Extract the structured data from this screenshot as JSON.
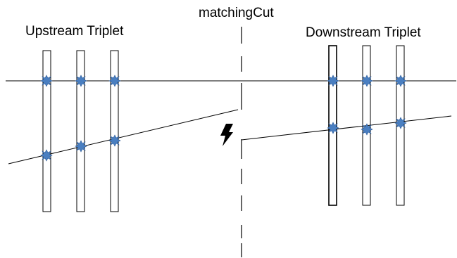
{
  "labels": {
    "upstream": "Upstream Triplet",
    "downstream": "Downstream Triplet",
    "cut": "matchingCut"
  },
  "icons": {
    "mismatch": "lightning-bolt-icon",
    "hit": "hit-splash-icon"
  },
  "colors": {
    "line": "#000000",
    "hit": "#4a7fc1",
    "hit_edge": "#2c5a96"
  }
}
